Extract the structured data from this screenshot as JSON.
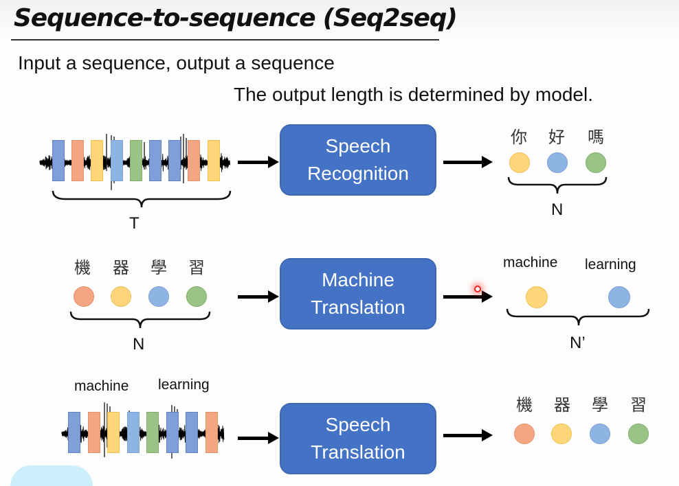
{
  "title": "Sequence-to-sequence (Seq2seq)",
  "subtitle": "Input a sequence, output a sequence",
  "note": "The output length is determined by model.",
  "colors": {
    "box": "#4472c4",
    "blue": "#8eb4e3",
    "dark_blue": "#7f9fd8",
    "orange": "#f4a582",
    "yellow": "#ffd67a",
    "green": "#99c485",
    "arrow": "#000000"
  },
  "rows": [
    {
      "name": "speech-recognition",
      "model_label_line1": "Speech",
      "model_label_line2": "Recognition",
      "input": {
        "type": "audio",
        "bars": [
          "dark_blue",
          "orange",
          "yellow",
          "blue",
          "green",
          "dark_blue",
          "dark_blue",
          "orange",
          "yellow"
        ],
        "brace_label": "T"
      },
      "output": {
        "type": "tokens",
        "tokens": [
          {
            "text": "你",
            "color": "yellow"
          },
          {
            "text": "好",
            "color": "blue"
          },
          {
            "text": "嗎",
            "color": "green"
          }
        ],
        "brace_label": "N"
      }
    },
    {
      "name": "machine-translation",
      "model_label_line1": "Machine",
      "model_label_line2": "Translation",
      "input": {
        "type": "tokens",
        "tokens": [
          {
            "text": "機",
            "color": "orange"
          },
          {
            "text": "器",
            "color": "yellow"
          },
          {
            "text": "學",
            "color": "blue"
          },
          {
            "text": "習",
            "color": "green"
          }
        ],
        "brace_label": "N"
      },
      "output": {
        "type": "tokens",
        "tokens": [
          {
            "text": "machine",
            "color": "yellow"
          },
          {
            "text": "learning",
            "color": "blue"
          }
        ],
        "brace_label": "N’"
      }
    },
    {
      "name": "speech-translation",
      "model_label_line1": "Speech",
      "model_label_line2": "Translation",
      "input": {
        "type": "audio",
        "words": [
          "machine",
          "learning"
        ],
        "bars": [
          "dark_blue",
          "orange",
          "yellow",
          "blue",
          "green",
          "dark_blue",
          "dark_blue",
          "orange"
        ]
      },
      "output": {
        "type": "tokens",
        "tokens": [
          {
            "text": "機",
            "color": "orange"
          },
          {
            "text": "器",
            "color": "yellow"
          },
          {
            "text": "學",
            "color": "blue"
          },
          {
            "text": "習",
            "color": "green"
          }
        ]
      }
    }
  ]
}
